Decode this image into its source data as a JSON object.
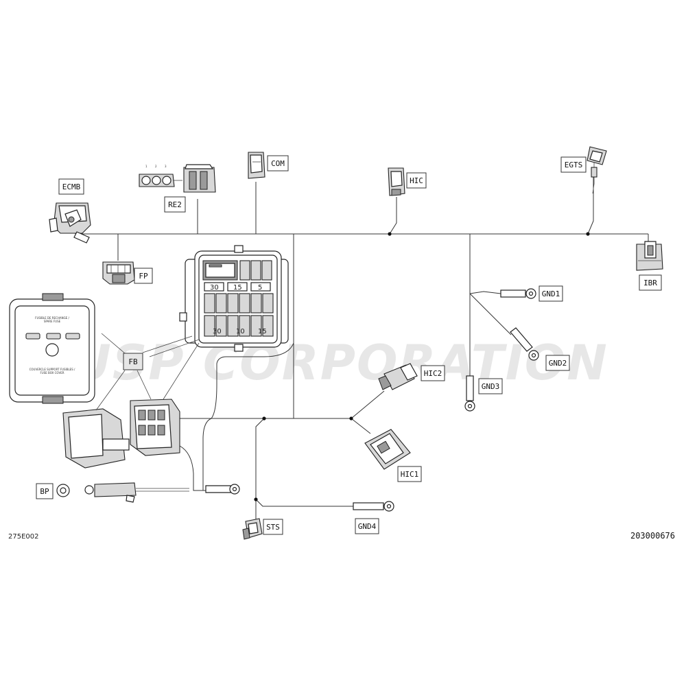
{
  "labels": {
    "ecmb": "ECMB",
    "re2": "RE2",
    "com": "COM",
    "hic": "HIC",
    "egts": "EGTS",
    "fp": "FP",
    "ibr": "IBR",
    "gnd1": "GND1",
    "gnd2": "GND2",
    "gnd3": "GND3",
    "hic2": "HIC2",
    "hic1": "HIC1",
    "fb": "FB",
    "bp": "BP",
    "sts": "STS",
    "gnd4": "GND4"
  },
  "codes": {
    "left": "275E002",
    "right": "203000676"
  },
  "watermark": "USP CORPORATION",
  "re2_pins": [
    "1",
    "2",
    "3"
  ],
  "fuse_cover": {
    "line1": "FUSIBLE DE RECHANGE /",
    "line2": "SPARE FUSE",
    "line3": "COUVERCLE SUPPORT FUSIBLES /",
    "line4": "FUSE BOX COVER"
  },
  "fuse_values": {
    "row1": [
      "30",
      "15",
      "5"
    ],
    "row3": [
      "30",
      "10",
      "15"
    ]
  }
}
